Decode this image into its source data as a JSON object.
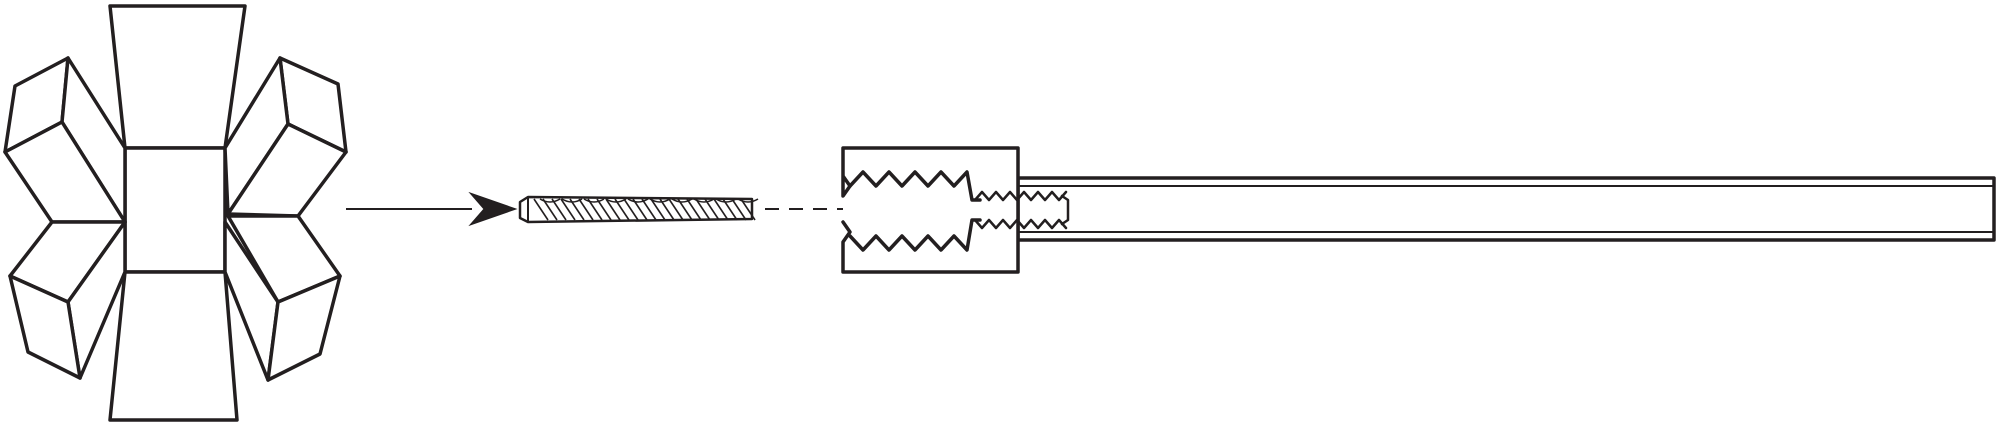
{
  "diagram": {
    "components": [
      {
        "id": "segmented-ring",
        "icon": "segmented-ring-icon"
      },
      {
        "id": "drill-bit",
        "icon": "drill-bit-icon"
      },
      {
        "id": "threaded-chuck-shaft",
        "icon": "chuck-shaft-icon"
      }
    ],
    "line_color": "#231f20",
    "background": "#ffffff"
  }
}
